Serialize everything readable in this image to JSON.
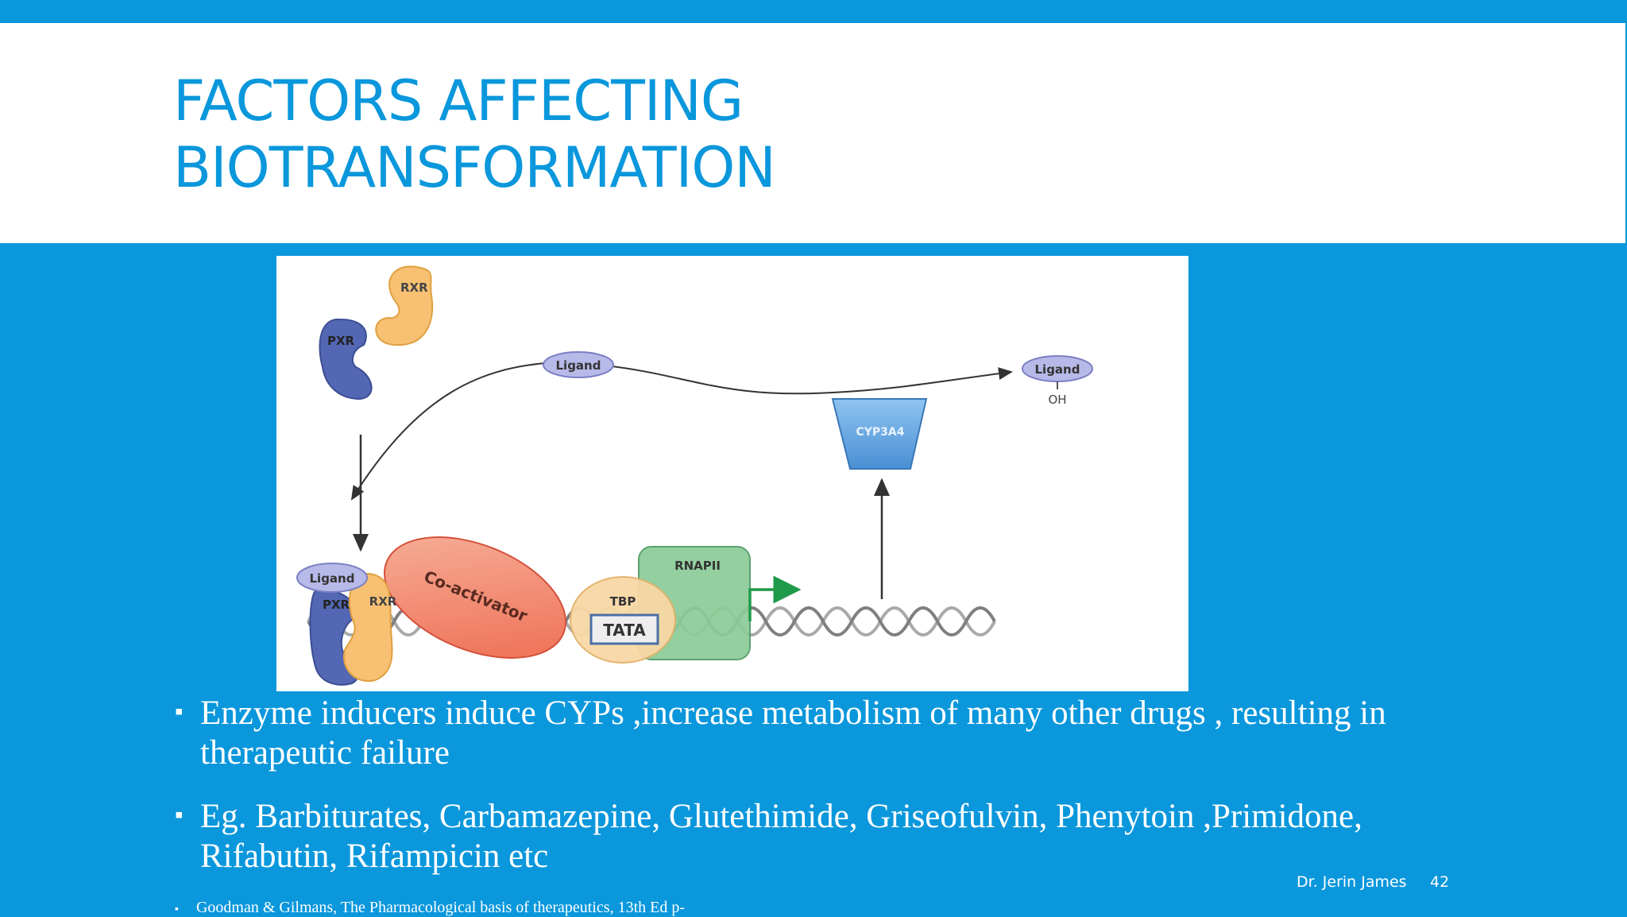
{
  "slide": {
    "title_line1": "FACTORS AFFECTING",
    "title_line2": "BIOTRANSFORMATION",
    "figure_labels": {
      "rxr_top": "RXR",
      "pxr_top": "PXR",
      "ligand_center": "Ligand",
      "ligand_right": "Ligand",
      "oh": "OH",
      "cyp3a4": "CYP3A4",
      "ligand_bound": "Ligand",
      "pxr_bound": "PXR",
      "rxr_bound": "RXR",
      "coactivator": "Co-activator",
      "tbp": "TBP",
      "tata": "TATA",
      "rnapii": "RNAPII"
    },
    "bullets": [
      "Enzyme inducers induce CYPs ,increase metabolism of many other drugs , resulting in therapeutic failure",
      "Eg. Barbiturates, Carbamazepine, Glutethimide, Griseofulvin, Phenytoin ,Primidone, Rifabutin, Rifampicin etc"
    ],
    "bullet_marker": "▪",
    "reference": "Goodman & Gilmans, The Pharmacological basis of therapeutics, 13th Ed p-",
    "footer_author": "Dr. Jerin James",
    "page_number": "42"
  },
  "colors": {
    "background": "#0a97dc",
    "title": "#0a97dc",
    "text": "#ffffff"
  }
}
